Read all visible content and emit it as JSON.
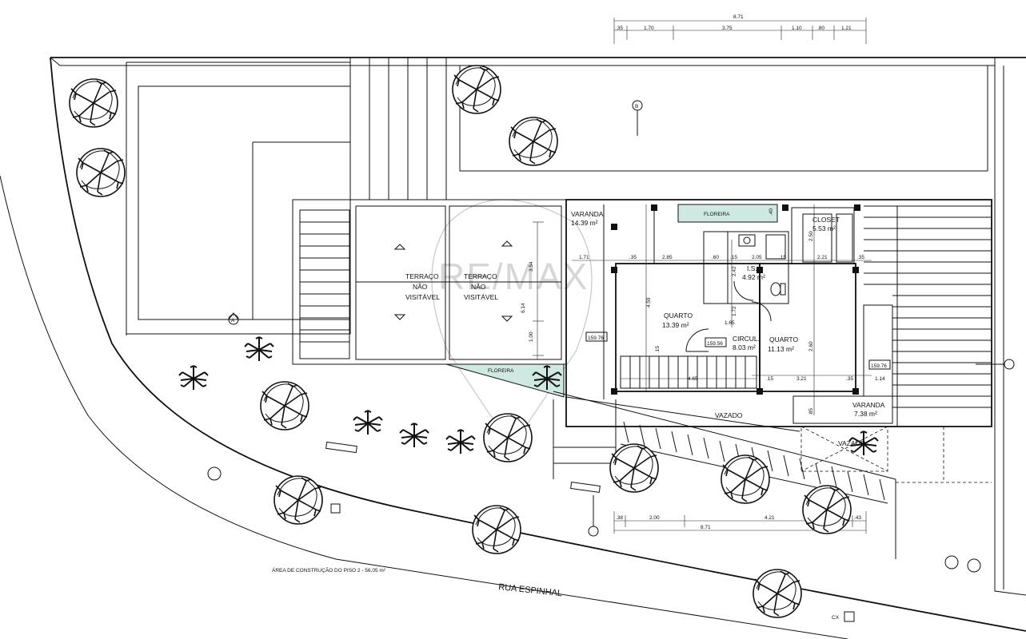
{
  "plan": {
    "overall_dimension_top": "8.71",
    "top_dimension_segments": [
      ".35",
      "1.70",
      "3.75",
      "1.10",
      ".80",
      "1.21"
    ],
    "bottom_dimension_segments": [
      ".38",
      "2.00",
      "4.21",
      ".43"
    ],
    "overall_dimension_bottom": "8.71",
    "interior_dimensions": [
      "1.71",
      ".35",
      "2.85",
      ".60",
      ".15",
      "2.05",
      ".15",
      "2.21",
      ".35",
      "3.54",
      "6.14",
      "1.00",
      "4.59",
      "2.42",
      "1.72",
      "1.65",
      "2.60",
      "4.65",
      ".15",
      "3.21",
      ".35",
      "1.14",
      "2.50",
      ".85",
      ".40",
      ".15"
    ],
    "rooms": [
      {
        "name": "TERRAÇO",
        "line2": "NÃO",
        "line3": "VISITÁVEL"
      },
      {
        "name": "TERRAÇO",
        "line2": "NÃO",
        "line3": "VISITÁVEL"
      },
      {
        "name": "VARANDA",
        "area": "14.39 m²"
      },
      {
        "name": "QUARTO",
        "area": "13.39 m²"
      },
      {
        "name": "I.S.",
        "area": "4.92 m²"
      },
      {
        "name": "CLOSET",
        "area": "5.53 m²"
      },
      {
        "name": "CIRCUL.",
        "area": "8.03 m²"
      },
      {
        "name": "QUARTO",
        "area": "11.13 m²"
      },
      {
        "name": "VARANDA",
        "area": "7.38 m²"
      }
    ],
    "labels": {
      "floreira_1": "FLOREIRA",
      "floreira_2": "FLOREIRA",
      "vazado_1": "VAZADO",
      "vazado_2": "VAZADO",
      "level_1": "159.76",
      "level_2": "159.56",
      "level_3": "159.76",
      "street": "RUA ESPINHAL",
      "area_note": "ÁREA DE CONSTRUÇÃO DO PISO 2 - 56,05 m²",
      "cx": "CX",
      "section_a": "A",
      "section_b": "B"
    },
    "watermark": "RE/MAX"
  }
}
